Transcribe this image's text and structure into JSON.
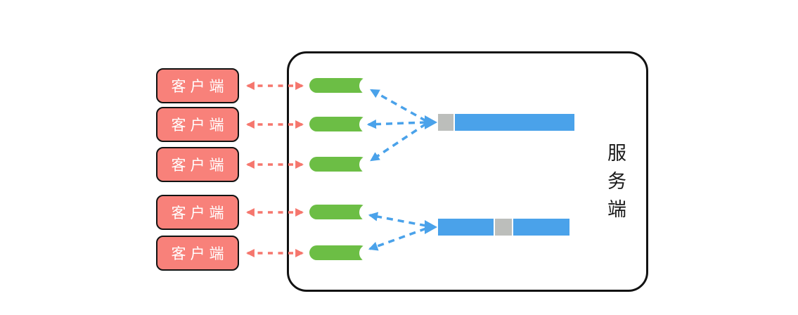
{
  "clients": [
    {
      "label": "客户端"
    },
    {
      "label": "客户端"
    },
    {
      "label": "客户端"
    },
    {
      "label": "客户端"
    },
    {
      "label": "客户端"
    }
  ],
  "server": {
    "label": "服务端"
  },
  "sockets": {
    "count_top_group": 3,
    "count_bottom_group": 2
  },
  "buffers": {
    "count": 2,
    "top_segments": [
      "gray",
      "blue"
    ],
    "bottom_segments": [
      "blue",
      "gray",
      "blue"
    ]
  },
  "colors": {
    "client_fill": "#F8817A",
    "client_border": "#121212",
    "client_text": "#FFFFFF",
    "red_arrow": "#F5766D",
    "socket_green": "#6CBE45",
    "buffer_blue": "#4AA2EA",
    "buffer_gray": "#BCBEBB",
    "blue_arrow": "#4AA2EA",
    "server_border": "#121212",
    "server_text": "#1A1A1A",
    "background": "#FFFFFF"
  }
}
